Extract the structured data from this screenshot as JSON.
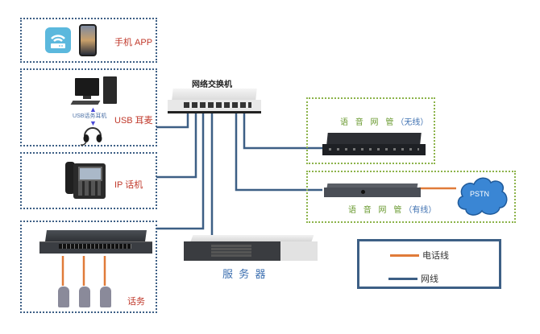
{
  "diagram": {
    "switch": {
      "label": "网络交换机"
    },
    "zones": {
      "mobile_app": {
        "label": "手机 APP"
      },
      "usb_headset": {
        "label": "USB 耳麦",
        "connector_label": "USB话务耳机"
      },
      "ip_phone": {
        "label": "IP 话机"
      },
      "analog_phones": {
        "label": "话务"
      },
      "wireless_gateway": {
        "title": "语 音 网 管",
        "suffix": "（无线）"
      },
      "wired_gateway": {
        "title": "语 音 网 管",
        "suffix": "（有线）"
      }
    },
    "server": {
      "label": "服 务 器"
    },
    "pstn": {
      "label": "PSTN"
    },
    "legend": {
      "items": [
        {
          "label": "电话线",
          "color": "#e07b39"
        },
        {
          "label": "网线",
          "color": "#3d5f85"
        }
      ]
    },
    "colors": {
      "network_line": "#3d5f85",
      "phone_line": "#e07b39",
      "zone_blue": "#3d5f85",
      "zone_green": "#8cb34a",
      "pstn_cloud": "#3a86d4",
      "label_red": "#c0392b"
    }
  }
}
